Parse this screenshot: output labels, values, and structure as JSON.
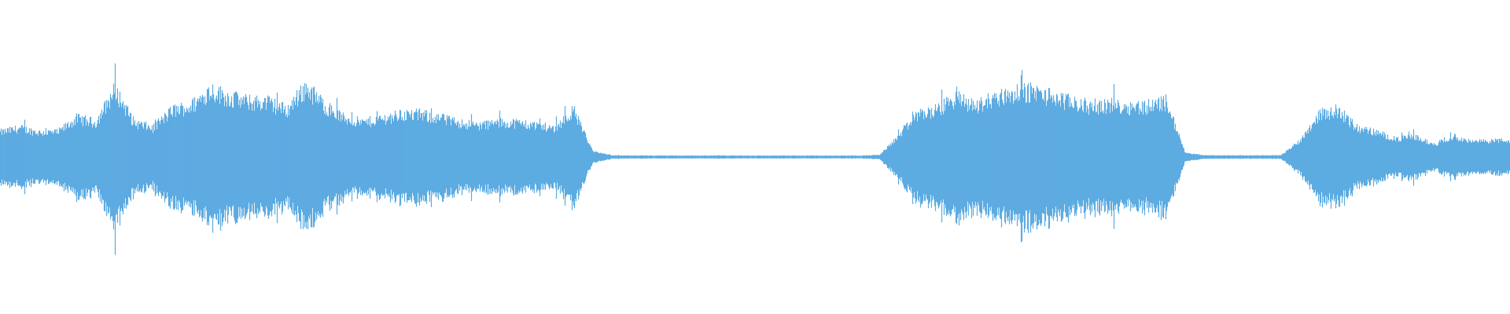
{
  "chart_data": {
    "type": "area",
    "description_kind": "audio-waveform",
    "symmetric": true,
    "ylim": [
      -1,
      1
    ],
    "amplitude_envelope": [
      0.18,
      0.21,
      0.18,
      0.18,
      0.28,
      0.25,
      0.49,
      0.25,
      0.21,
      0.34,
      0.37,
      0.49,
      0.43,
      0.4,
      0.4,
      0.34,
      0.51,
      0.37,
      0.28,
      0.25,
      0.28,
      0.31,
      0.31,
      0.28,
      0.25,
      0.23,
      0.25,
      0.25,
      0.23,
      0.21,
      0.34,
      0.04,
      0.012,
      0.01,
      0.01,
      0.01,
      0.01,
      0.01,
      0.01,
      0.01,
      0.01,
      0.01,
      0.01,
      0.01,
      0.01,
      0.01,
      0.015,
      0.15,
      0.31,
      0.34,
      0.43,
      0.37,
      0.43,
      0.46,
      0.48,
      0.44,
      0.4,
      0.37,
      0.38,
      0.37,
      0.37,
      0.4,
      0.03,
      0.012,
      0.012,
      0.012,
      0.012,
      0.012,
      0.12,
      0.31,
      0.34,
      0.21,
      0.18,
      0.13,
      0.15,
      0.09,
      0.15,
      0.11,
      0.12
    ],
    "grid": false,
    "color": "#5dabe1",
    "background": "#ffffff"
  }
}
